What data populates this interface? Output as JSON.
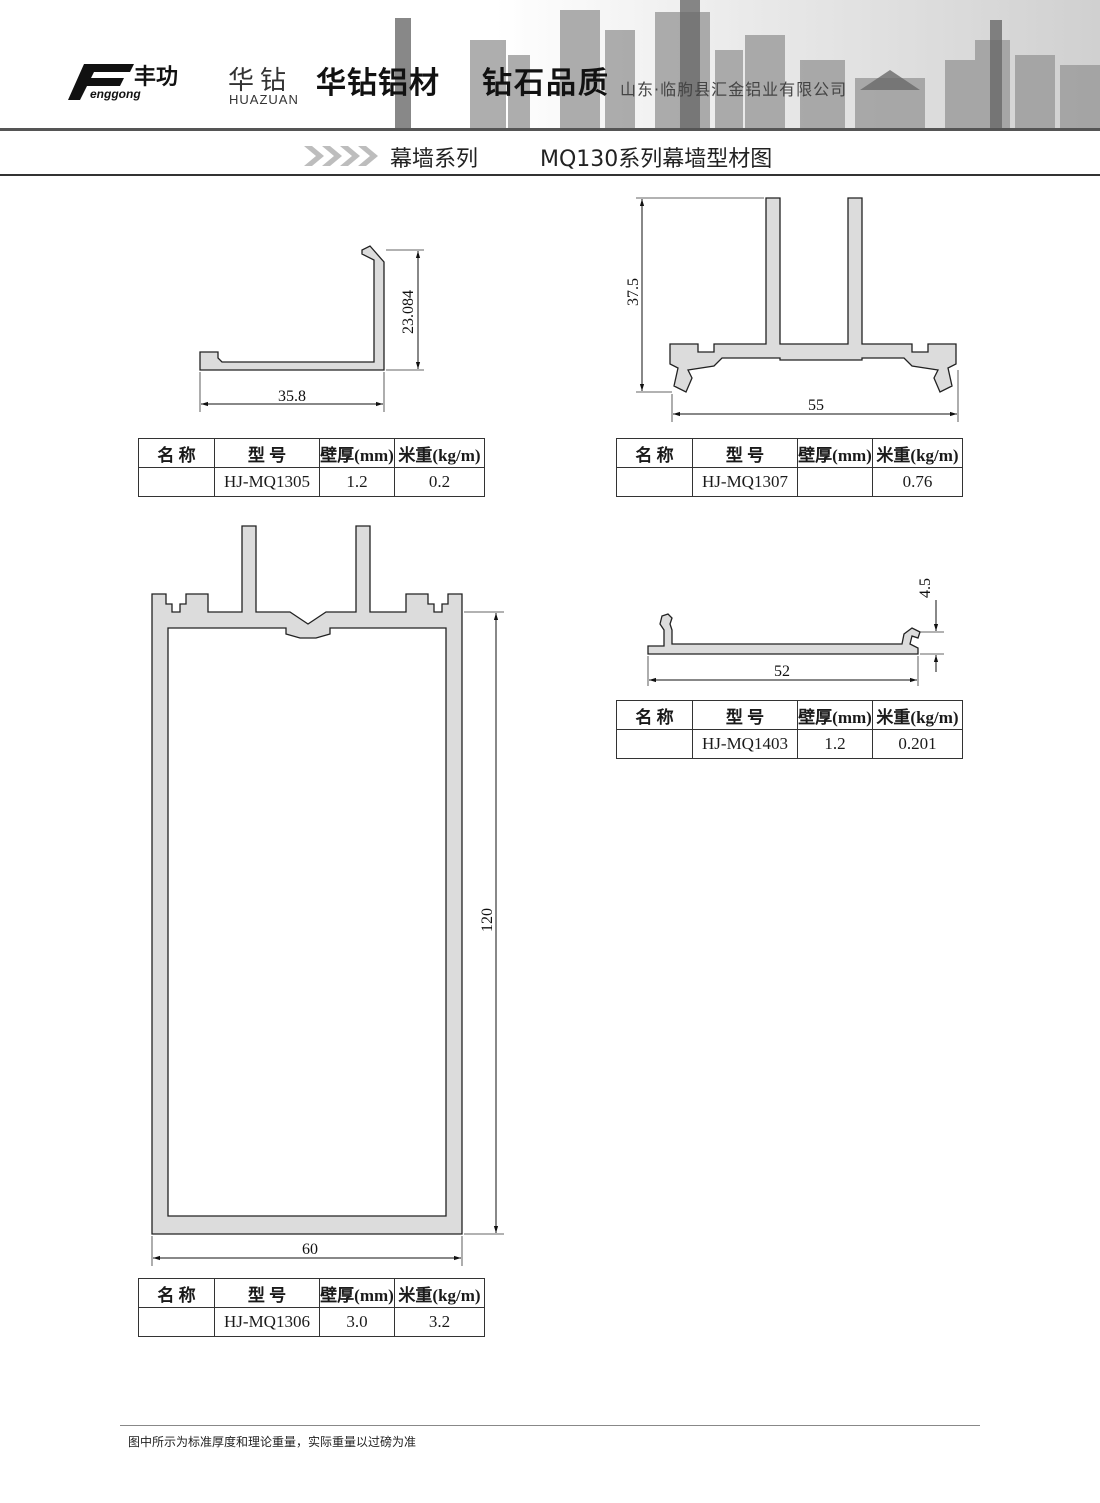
{
  "header": {
    "logo_text": "丰功",
    "logo_sub": "Fenggong",
    "brand_cn": "华钻",
    "brand_en": "HUAZUAN",
    "brand_name": "华钻铝材",
    "slogan": "钻石品质",
    "company": "山东·临朐县汇金铝业有限公司"
  },
  "title_bar": {
    "series": "幕墙系列",
    "page_title": "MQ130系列幕墙型材图"
  },
  "table_headers": [
    "名 称",
    "型 号",
    "壁厚(mm)",
    "米重(kg/m)"
  ],
  "profiles": [
    {
      "model": "HJ-MQ1305",
      "thickness": "1.2",
      "weight": "0.2",
      "dims": [
        "35.8",
        "23.084"
      ]
    },
    {
      "model": "HJ-MQ1307",
      "thickness": "",
      "weight": "0.76",
      "dims": [
        "55",
        "37.5"
      ]
    },
    {
      "model": "HJ-MQ1306",
      "thickness": "3.0",
      "weight": "3.2",
      "dims": [
        "60",
        "120"
      ]
    },
    {
      "model": "HJ-MQ1403",
      "thickness": "1.2",
      "weight": "0.201",
      "dims": [
        "52",
        "4.5"
      ]
    }
  ],
  "footer": "图中所示为标准厚度和理论重量，实际重量以过磅为准",
  "colors": {
    "profile_fill": "#dcdcdc",
    "outline": "#222222"
  }
}
